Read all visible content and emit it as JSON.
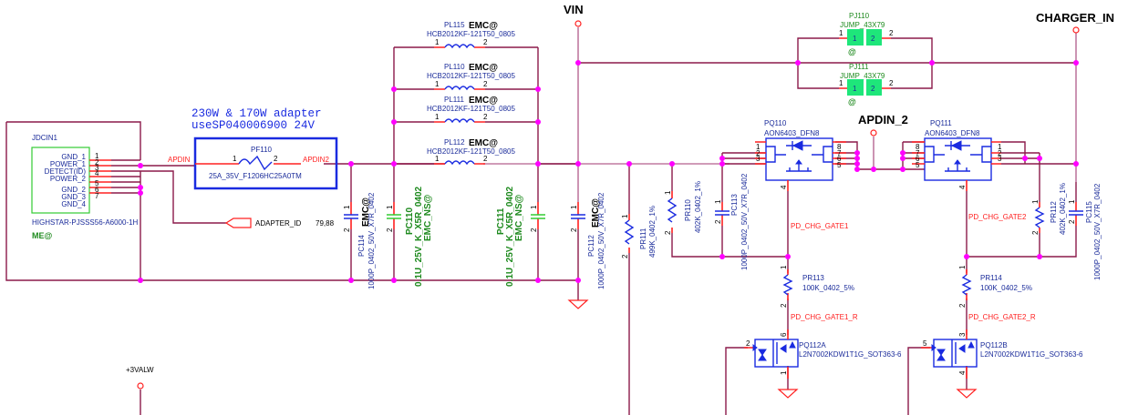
{
  "nets": {
    "vin": "VIN",
    "charger_in": "CHARGER_IN",
    "apdin_2": "APDIN_2",
    "apdin": "APDIN",
    "apdin2": "APDIN2",
    "adapter_id": "ADAPTER_ID",
    "adapter_id_ref": "79,88",
    "pd_chg_gate1": "PD_CHG_GATE1",
    "pd_chg_gate1_r": "PD_CHG_GATE1_R",
    "pd_chg_gate2": "PD_CHG_GATE2",
    "pd_chg_gate2_r": "PD_CHG_GATE2_R",
    "v3valw": "+3VALW"
  },
  "note": {
    "line1": "230W & 170W adapter",
    "line2": "useSP040006900 24V"
  },
  "connector": {
    "ref": "JDCIN1",
    "part": "HIGHSTAR-PJSSS56-A6000-1H",
    "option": "ME@",
    "pins": [
      {
        "num": "1",
        "name": "GND_1"
      },
      {
        "num": "2",
        "name": "POWER_1"
      },
      {
        "num": "3",
        "name": "DETECT(ID)"
      },
      {
        "num": "4",
        "name": "POWER_2"
      },
      {
        "num": "5",
        "name": "GND_2"
      },
      {
        "num": "6",
        "name": "GND_3"
      },
      {
        "num": "7",
        "name": "GND_4"
      }
    ]
  },
  "fuse": {
    "ref": "PF110",
    "value": "25A_35V_F1206HC25A0TM",
    "pin1": "1",
    "pin2": "2"
  },
  "inductors": [
    {
      "ref": "PL115",
      "option": "EMC@",
      "value": "HCB2012KF-121T50_0805"
    },
    {
      "ref": "PL110",
      "option": "EMC@",
      "value": "HCB2012KF-121T50_0805"
    },
    {
      "ref": "PL111",
      "option": "EMC@",
      "value": "HCB2012KF-121T50_0805"
    },
    {
      "ref": "PL112",
      "option": "EMC@",
      "value": "HCB2012KF-121T50_0805"
    }
  ],
  "capacitors": {
    "pc114": {
      "ref": "PC114",
      "option": "EMC@",
      "value": "1000P_0402_50V_X7R_0402"
    },
    "pc110": {
      "ref": "PC110",
      "option": "EMC_NS@",
      "value": "0.1U_25V_K_X5R_0402"
    },
    "pc111": {
      "ref": "PC111",
      "option": "EMC_NS@",
      "value": "0.1U_25V_K_X5R_0402"
    },
    "pc112": {
      "ref": "PC112",
      "option": "EMC@",
      "value": "1000P_0402_50V_X7R_0402"
    },
    "pc113": {
      "ref": "PC113",
      "value": "1000P_0402_50V_X7R_0402"
    },
    "pc115": {
      "ref": "PC115",
      "value": "1000P_0402_50V_X7R_0402"
    }
  },
  "resistors": {
    "pr111": {
      "ref": "PR111",
      "value": "499K_0402_1%"
    },
    "pr110": {
      "ref": "PR110",
      "value": "402K_0402_1%"
    },
    "pr112": {
      "ref": "PR112",
      "value": "402K_0402_1%"
    },
    "pr113": {
      "ref": "PR113",
      "value": "100K_0402_5%"
    },
    "pr114": {
      "ref": "PR114",
      "value": "100K_0402_5%"
    }
  },
  "mosfets": {
    "pq110": {
      "ref": "PQ110",
      "value": "AON6403_DFN8"
    },
    "pq111": {
      "ref": "PQ111",
      "value": "AON6403_DFN8"
    },
    "pq112a": {
      "ref": "PQ112A",
      "value": "L2N7002KDW1T1G_SOT363-6"
    },
    "pq112b": {
      "ref": "PQ112B",
      "value": "L2N7002KDW1T1G_SOT363-6"
    }
  },
  "jumpers": [
    {
      "ref": "PJ110",
      "value": "JUMP_43X79",
      "option": "@"
    },
    {
      "ref": "PJ111",
      "value": "JUMP_43X79",
      "option": "@"
    }
  ]
}
